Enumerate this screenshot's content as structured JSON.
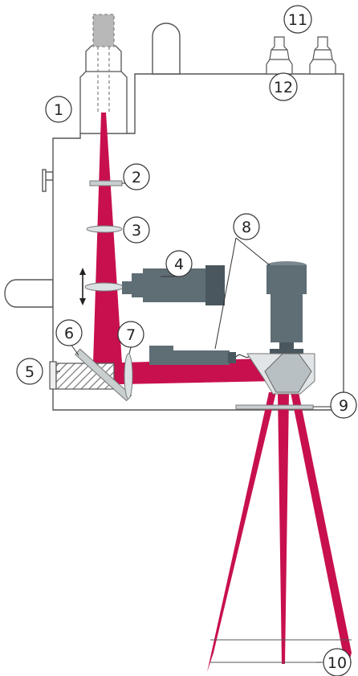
{
  "callouts": [
    {
      "id": "c1",
      "label": "1"
    },
    {
      "id": "c2",
      "label": "2"
    },
    {
      "id": "c3",
      "label": "3"
    },
    {
      "id": "c4",
      "label": "4"
    },
    {
      "id": "c5",
      "label": "5"
    },
    {
      "id": "c6",
      "label": "6"
    },
    {
      "id": "c7",
      "label": "7"
    },
    {
      "id": "c8",
      "label": "8"
    },
    {
      "id": "c9",
      "label": "9"
    },
    {
      "id": "c10",
      "label": "10"
    },
    {
      "id": "c11",
      "label": "11"
    },
    {
      "id": "c12",
      "label": "12"
    }
  ],
  "colors": {
    "housing_fill": "#ffffff",
    "housing_stroke": "#555555",
    "laser_beam": "#c8104e",
    "component_dark": "#5f6d75",
    "component_darker": "#4a575e",
    "lens": "#d8dde0",
    "hatch": "#7a7a7a",
    "callout_stroke": "#333333"
  }
}
